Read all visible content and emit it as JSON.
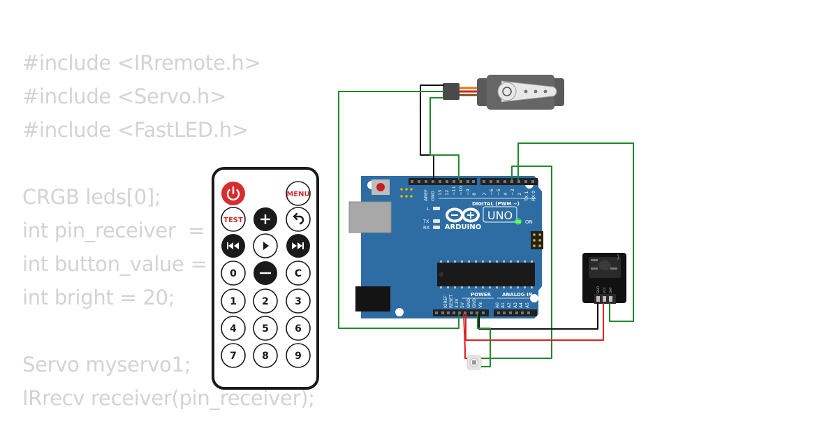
{
  "code_lines": [
    "#include <IRremote.h>",
    "#include <Servo.h>",
    "#include <FastLED.h>",
    "",
    "CRGB leds[0];",
    "int pin_receiver  = 2;",
    "int button_value = 0;",
    "int bright = 20;",
    "",
    "Servo myservo1;",
    "IRrecv receiver(pin_receiver);"
  ],
  "remote": {
    "menu": "MENU",
    "test": "TEST",
    "zero": "0",
    "c": "C",
    "digits": [
      "1",
      "2",
      "3",
      "4",
      "5",
      "6",
      "7",
      "8",
      "9"
    ],
    "icons": [
      "power-icon",
      "plus-icon",
      "back-arrow-icon",
      "prev-track-icon",
      "play-icon",
      "next-track-icon",
      "minus-icon"
    ]
  },
  "arduino": {
    "aref": "AREF",
    "gnd": "GND",
    "digital_pins": [
      "13",
      "12",
      "~11",
      "~10",
      "~9",
      "8",
      "7",
      "~6",
      "~5",
      "4",
      "~3",
      "2",
      "TX 1",
      "RX 0"
    ],
    "digital_label": "DIGITAL (PWM ~)",
    "logo": "ARDUINO",
    "model": "UNO",
    "on": "ON",
    "led_l": "L",
    "led_tx": "TX",
    "led_rx": "RX",
    "power_pins": [
      "IOREF",
      "RESET",
      "3.3V",
      "5V",
      "GND",
      "GND",
      "Vin"
    ],
    "power_label": "POWER",
    "analog_pins": [
      "A0",
      "A1",
      "A2",
      "A3",
      "A4",
      "A5"
    ],
    "analog_label": "ANALOG IN"
  },
  "ir_receiver": {
    "pins": [
      "GND",
      "VCC",
      "DAT"
    ]
  },
  "colors": {
    "board": "#2d6da3",
    "wire_green": "#1e8a2a",
    "wire_red": "#e02020",
    "wire_black": "#111111",
    "code_text": "#d3d3d3"
  }
}
